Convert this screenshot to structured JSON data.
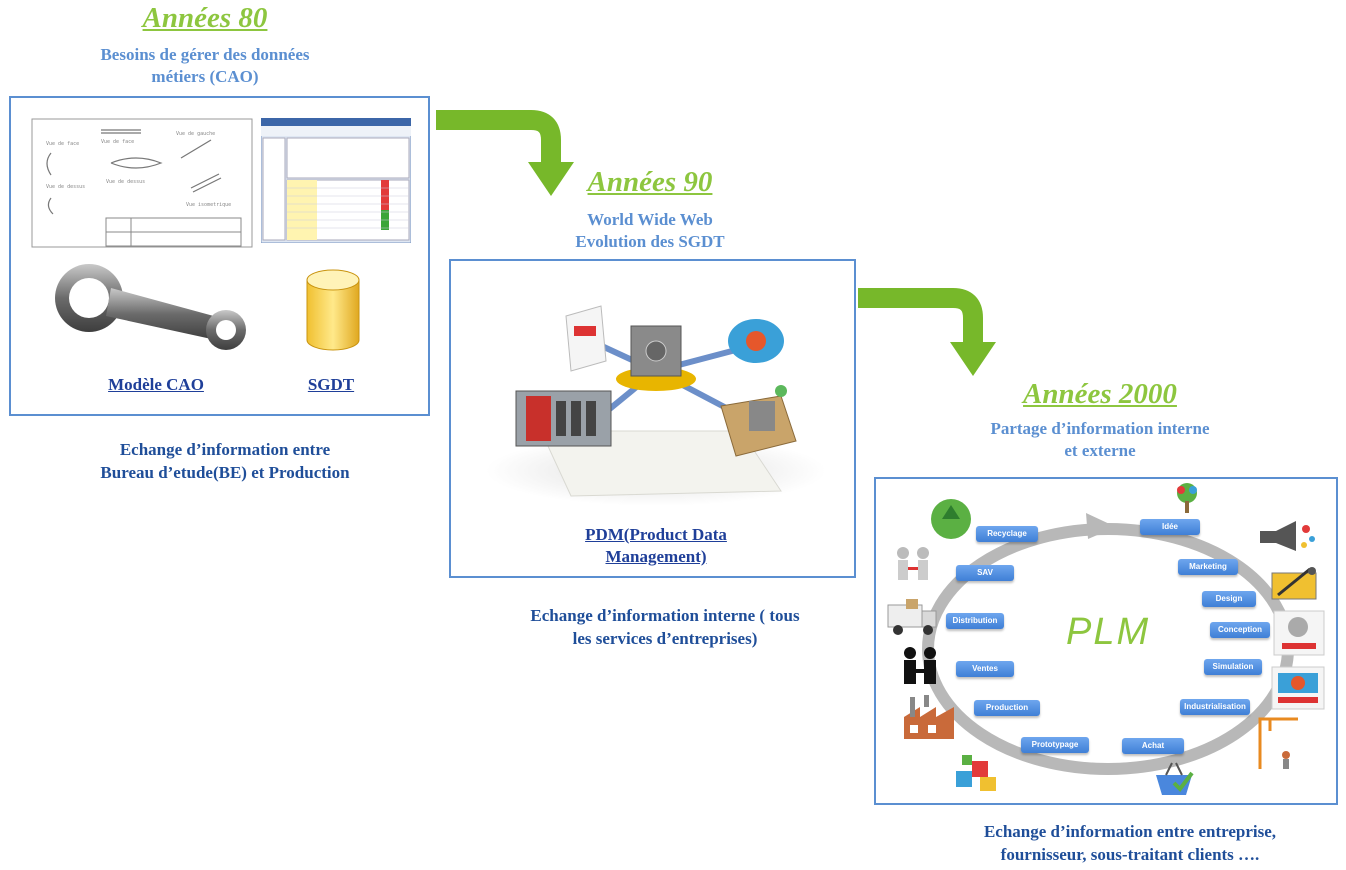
{
  "era80": {
    "title": "Années 80",
    "subtitle_line1": "Besoins de gérer des données",
    "subtitle_line2": "métiers (CAO)",
    "label_cao": "Modèle CAO",
    "label_sgdt": "SGDT",
    "caption_line1": "Echange d’information entre",
    "caption_line2": "Bureau d’etude(BE) et Production"
  },
  "era90": {
    "title": "Années 90",
    "subtitle_line1": "World Wide Web",
    "subtitle_line2": "Evolution des SGDT",
    "label_pdm_line1": "PDM(Product Data",
    "label_pdm_line2": "Management)",
    "caption_line1": "Echange d’information interne ( tous",
    "caption_line2": "les services d’entreprises)"
  },
  "era2000": {
    "title": "Années 2000",
    "subtitle_line1": "Partage d’information interne",
    "subtitle_line2": "et externe",
    "center_label": "PLM",
    "stages": {
      "recyclage": "Recyclage",
      "sav": "SAV",
      "distribution": "Distribution",
      "ventes": "Ventes",
      "production": "Production",
      "prototypage": "Prototypage",
      "achat": "Achat",
      "industrialisation": "Industrialisation",
      "simulation": "Simulation",
      "conception": "Conception",
      "design": "Design",
      "marketing": "Marketing",
      "idee": "Idée"
    },
    "caption_line1": "Echange d’information entre entreprise,",
    "caption_line2": "fournisseur, sous-traitant clients …."
  },
  "colors": {
    "title_green": "#8dc63f",
    "subtitle_blue": "#5b8fd1",
    "caption_navy": "#1f4e99",
    "arrow_green": "#77b82a",
    "stage_blue": "#4a87dd"
  }
}
